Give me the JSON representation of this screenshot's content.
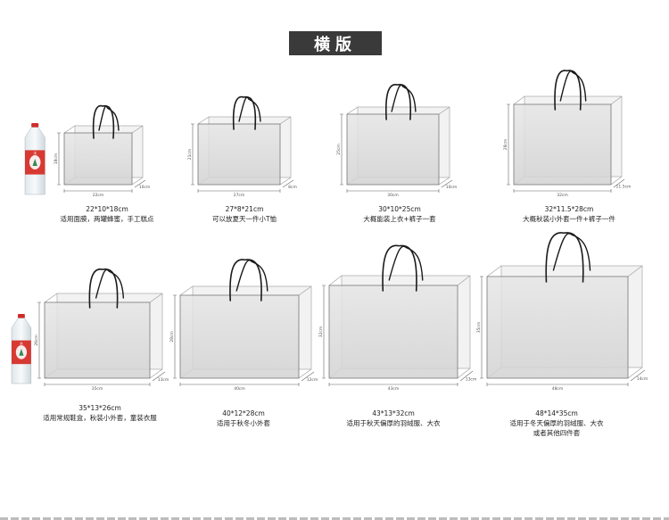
{
  "header": {
    "title": "横版"
  },
  "bottle": {
    "label": "水"
  },
  "bags": [
    {
      "size": "22*10*18cm",
      "desc": "适用面膜，两罐蜂蜜，手工糕点",
      "w_label": "22cm",
      "d_label": "10cm",
      "h_label": "18cm"
    },
    {
      "size": "27*8*21cm",
      "desc": "可以放夏天一件小T恤",
      "w_label": "27cm",
      "d_label": "8cm",
      "h_label": "21cm"
    },
    {
      "size": "30*10*25cm",
      "desc": "大概能装上衣+裤子一套",
      "w_label": "30cm",
      "d_label": "10cm",
      "h_label": "25cm"
    },
    {
      "size": "32*11.5*28cm",
      "desc": "大概秋装小外套一件+裤子一件",
      "w_label": "32cm",
      "d_label": "11.5cm",
      "h_label": "28cm"
    },
    {
      "size": "35*13*26cm",
      "desc": "适用常规鞋盒，秋装小外套，童装衣服",
      "w_label": "35cm",
      "d_label": "13cm",
      "h_label": "26cm"
    },
    {
      "size": "40*12*28cm",
      "desc": "适用于秋冬小外套",
      "w_label": "40cm",
      "d_label": "12cm",
      "h_label": "28cm"
    },
    {
      "size": "43*13*32cm",
      "desc": "适用于秋天偏厚的羽绒服、大衣",
      "w_label": "43cm",
      "d_label": "13cm",
      "h_label": "32cm"
    },
    {
      "size": "48*14*35cm",
      "desc": "适用于冬天偏厚的羽绒服、大衣",
      "desc2": "或者其他四件套",
      "w_label": "48cm",
      "d_label": "14cm",
      "h_label": "35cm"
    }
  ]
}
